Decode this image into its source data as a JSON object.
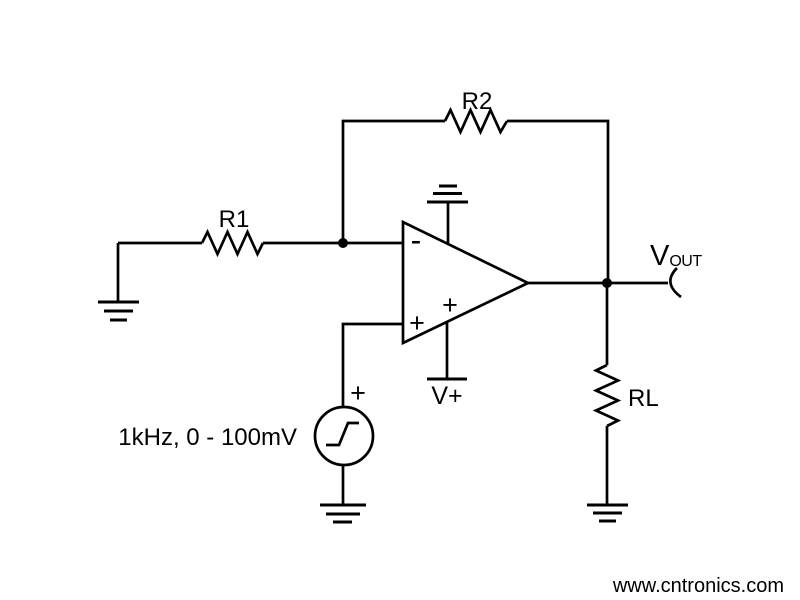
{
  "labels": {
    "r1": "R1",
    "r2": "R2",
    "rl": "RL",
    "v_plus": "V+",
    "vout_main": "V",
    "vout_sub": "OUT",
    "source_label": "1kHz, 0 - 100mV",
    "source_plus": "+",
    "opamp_minus": "-",
    "opamp_plus_input": "+",
    "opamp_plus_supply": "+"
  },
  "watermark": {
    "text": "www.cntronics.com",
    "color": "#b2d7a2"
  },
  "colors": {
    "line": "#000000",
    "background": "#ffffff"
  }
}
